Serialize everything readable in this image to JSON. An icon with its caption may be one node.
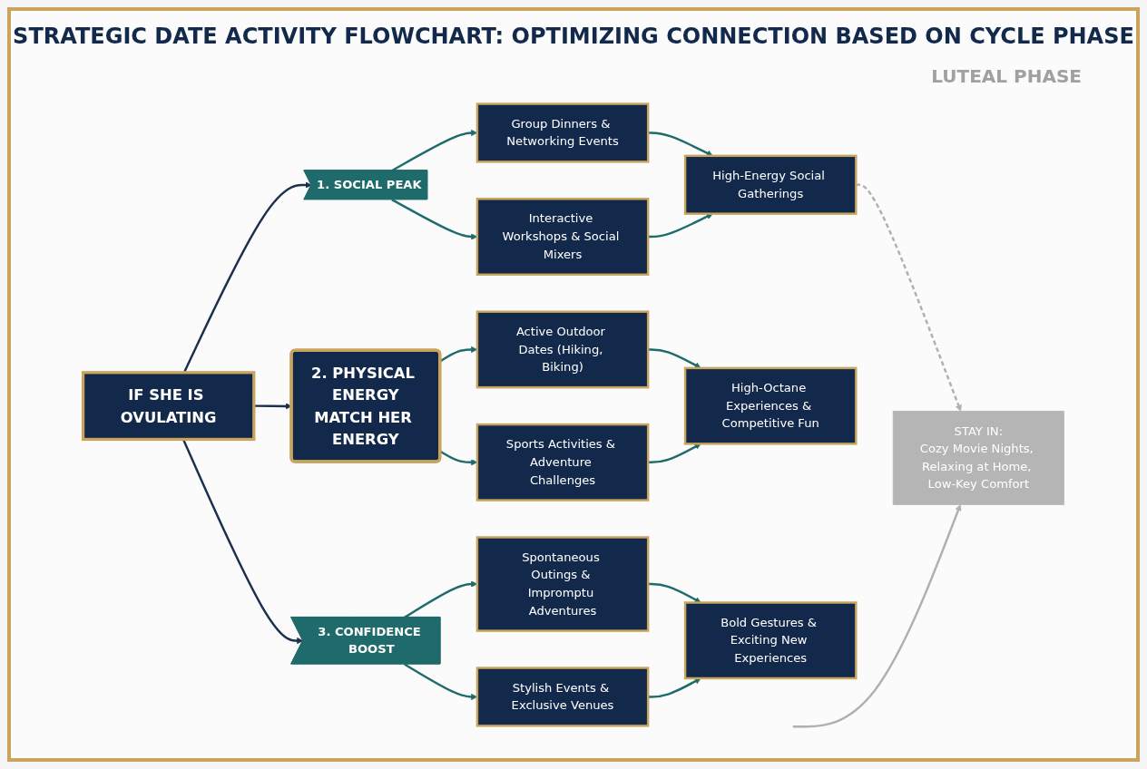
{
  "diagram": {
    "title": "STRATEGIC DATE ACTIVITY FLOWCHART: OPTIMIZING CONNECTION BASED ON CYCLE PHASE",
    "nodes": [
      {
        "text": [
          "IF SHE IS OVULATING"
        ]
      },
      {
        "text": [
          "1. SOCIAL PEAK"
        ]
      },
      {
        "text": [
          "2. PHYSICAL ENERGY",
          "MATCH HER ENERGY"
        ]
      },
      {
        "text": [
          "3. CONFIDENCE BOOST"
        ]
      },
      {
        "text": [
          "Group Dinners & Networking Events"
        ]
      },
      {
        "text": [
          "Interactive Workshops & Social Mixers"
        ]
      },
      {
        "text": [
          "High-Energy Social Gatherings"
        ]
      },
      {
        "text": [
          "Active Outdoor Dates (Hiking, Biking)"
        ]
      },
      {
        "text": [
          "Sports Activities & Adventure Challenges"
        ]
      },
      {
        "text": [
          "High-Octane Experiences & Competitive Fun"
        ]
      },
      {
        "text": [
          "Spontaneous Outings & Impromptu Adventures"
        ]
      },
      {
        "text": [
          "Stylish Events & Exclusive Venues"
        ]
      },
      {
        "text": [
          "Bold Gestures & Exciting New Experiences"
        ]
      },
      {
        "text": [
          "STAY IN:",
          "Cozy Movie Nights, Relaxing at Home, Low-Key Comfort"
        ]
      }
    ],
    "edges": [
      {
        "from": 0,
        "to": 1,
        "arrow": "to",
        "color": "#1b2f4f"
      },
      {
        "from": 0,
        "to": 2,
        "arrow": "to",
        "color": "#1b2f4f"
      },
      {
        "from": 0,
        "to": 3,
        "arrow": "to",
        "color": "#1b2f4f"
      },
      {
        "from": 1,
        "to": 4,
        "arrow": "to"
      },
      {
        "from": 1,
        "to": 5,
        "arrow": "to"
      },
      {
        "from": 4,
        "to": 6,
        "arrow": "to"
      },
      {
        "from": 5,
        "to": 6,
        "arrow": "to"
      },
      {
        "from": 2,
        "to": 7,
        "arrow": "to"
      },
      {
        "from": 2,
        "to": 8,
        "arrow": "to"
      },
      {
        "from": 7,
        "to": 9,
        "arrow": "to"
      },
      {
        "from": 8,
        "to": 9,
        "arrow": "to"
      },
      {
        "from": 3,
        "to": 10,
        "arrow": "to"
      },
      {
        "from": 3,
        "to": 11,
        "arrow": "to"
      },
      {
        "from": 10,
        "to": 12,
        "arrow": "to"
      },
      {
        "from": 11,
        "to": 12,
        "arrow": "to"
      },
      {
        "from": 6,
        "to": 13,
        "arrow": "to",
        "style": "dashed",
        "color": "#b0b0b0"
      },
      {
        "from": null,
        "to": 13,
        "arrow": "to",
        "color": "#b0b0b0"
      }
    ],
    "labels": [
      "LUTEAL PHASE"
    ]
  }
}
